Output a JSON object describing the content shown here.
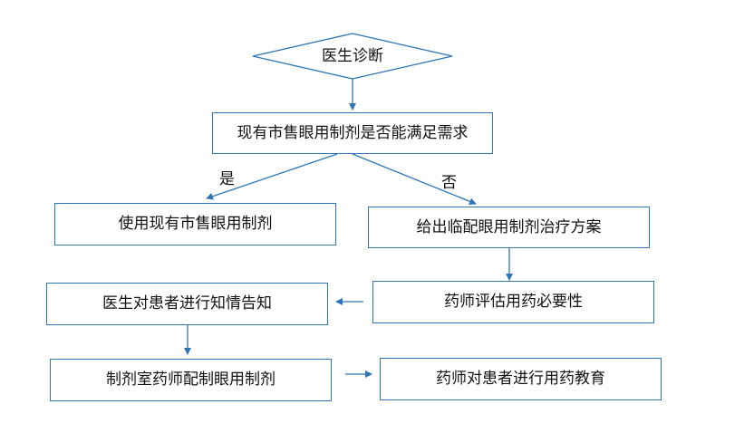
{
  "colors": {
    "stroke": "#2e75b6",
    "fill": "#ffffff",
    "text": "#111111"
  },
  "nodes": {
    "diagnosis": "医生诊断",
    "question": "现有市售眼用制剂是否能满足需求",
    "use_existing": "使用现有市售眼用制剂",
    "hospital_prep": "给出临配眼用制剂治疗方案",
    "pharmacist_eval": "药师评估用药必要性",
    "doctor_inform": "医生对患者进行知情告知",
    "compounding": "制剂室药师配制眼用制剂",
    "pharmacist_edu": "药师对患者进行用药教育"
  },
  "edge_labels": {
    "yes": "是",
    "no": "否"
  }
}
